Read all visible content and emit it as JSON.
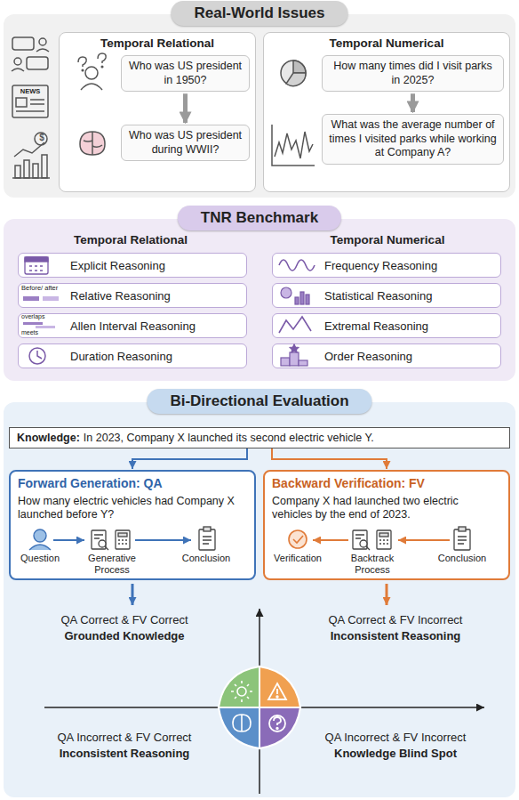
{
  "diagram": {
    "nodes": [
      {
        "text": [
          "Real-World Issues"
        ]
      },
      {
        "text": [
          "Temporal Relational"
        ],
        "in": 0
      },
      {
        "text": [
          "Who was US president in 1950?"
        ],
        "in": 1
      },
      {
        "text": [
          "Who was US president during WWII?"
        ],
        "in": 1
      },
      {
        "text": [
          "Temporal Numerical"
        ],
        "in": 0
      },
      {
        "text": [
          "How many times did I visit parks in 2025?"
        ],
        "in": 4
      },
      {
        "text": [
          "What was the average number of times I visited parks while working at Company A?"
        ],
        "in": 4
      },
      {
        "text": [
          "TNR Benchmark"
        ]
      },
      {
        "text": [
          "Explicit Reasoning"
        ],
        "in": 7
      },
      {
        "text": [
          "Relative Reasoning"
        ],
        "in": 7
      },
      {
        "text": [
          "Allen Interval Reasoning"
        ],
        "in": 7
      },
      {
        "text": [
          "Duration Reasoning"
        ],
        "in": 7
      },
      {
        "text": [
          "Frequency Reasoning"
        ],
        "in": 7
      },
      {
        "text": [
          "Statistical Reasoning"
        ],
        "in": 7
      },
      {
        "text": [
          "Extremal Reasoning"
        ],
        "in": 7
      },
      {
        "text": [
          "Order Reasoning"
        ],
        "in": 7
      },
      {
        "text": [
          "Bi-Directional Evaluation"
        ]
      },
      {
        "text": [
          "Knowledge:",
          "In 2023, Company X launched its second electric vehicle Y."
        ],
        "in": 16
      },
      {
        "text": [
          "Forward Generation: QA",
          "How many electric vehicles had Company X launched before Y?"
        ],
        "in": 16
      },
      {
        "text": [
          "Backward Verification: FV",
          "Company X had launched two electric vehicles by the end of 2023."
        ],
        "in": 16
      }
    ],
    "edges": [
      {
        "from": 2,
        "to": 3,
        "arrow": "to"
      },
      {
        "from": 5,
        "to": 6,
        "arrow": "to"
      },
      {
        "from": 17,
        "to": 18,
        "arrow": "to"
      },
      {
        "from": 17,
        "to": 19,
        "arrow": "to"
      }
    ],
    "labels": [
      "NEWS",
      "$",
      "Temporal Relational",
      "Temporal Numerical",
      "Before/ after",
      "overlaps",
      "meets",
      "Question",
      "Generative Process",
      "Conclusion",
      "Verification",
      "Backtrack Process",
      "Conclusion",
      "QA Correct & FV Correct",
      "Grounded Knowledge",
      "QA Correct & FV Incorrect",
      "Inconsistent Reasoning",
      "QA Incorrect & FV Correct",
      "Inconsistent Reasoning",
      "QA Incorrect & FV Incorrect",
      "Knowledge Blind Spot"
    ]
  }
}
